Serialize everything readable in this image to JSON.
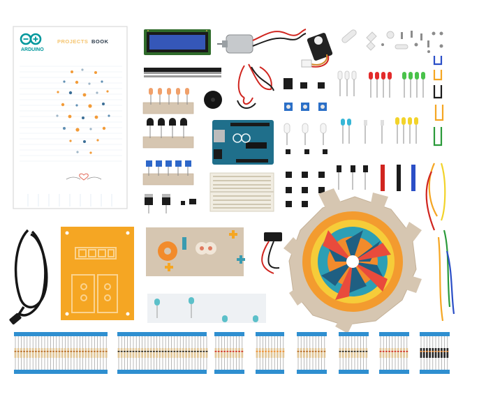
{
  "book": {
    "brand": "ARDUINO",
    "title_part1": "PROJECTS",
    "title_part2": "BOOK"
  },
  "colors": {
    "arduino_teal": "#00979c",
    "pcb_blue": "#1f6f8b",
    "lcd_green": "#3c5a2a",
    "orange_plate": "#f5a623",
    "cardboard": "#d6c6b1",
    "resistor_tape": "#2f8fd0",
    "wire_red": "#d0251f"
  },
  "items": [
    {
      "name": "projects-book"
    },
    {
      "name": "lcd-display"
    },
    {
      "name": "dc-motor"
    },
    {
      "name": "servo-motor"
    },
    {
      "name": "arduino-uno-board"
    },
    {
      "name": "breadboard"
    },
    {
      "name": "piezo-buzzer"
    },
    {
      "name": "usb-cable"
    },
    {
      "name": "battery-clip"
    },
    {
      "name": "color-wheel-cardboard"
    },
    {
      "name": "orange-acrylic-plate"
    },
    {
      "name": "resistor-strips"
    }
  ]
}
